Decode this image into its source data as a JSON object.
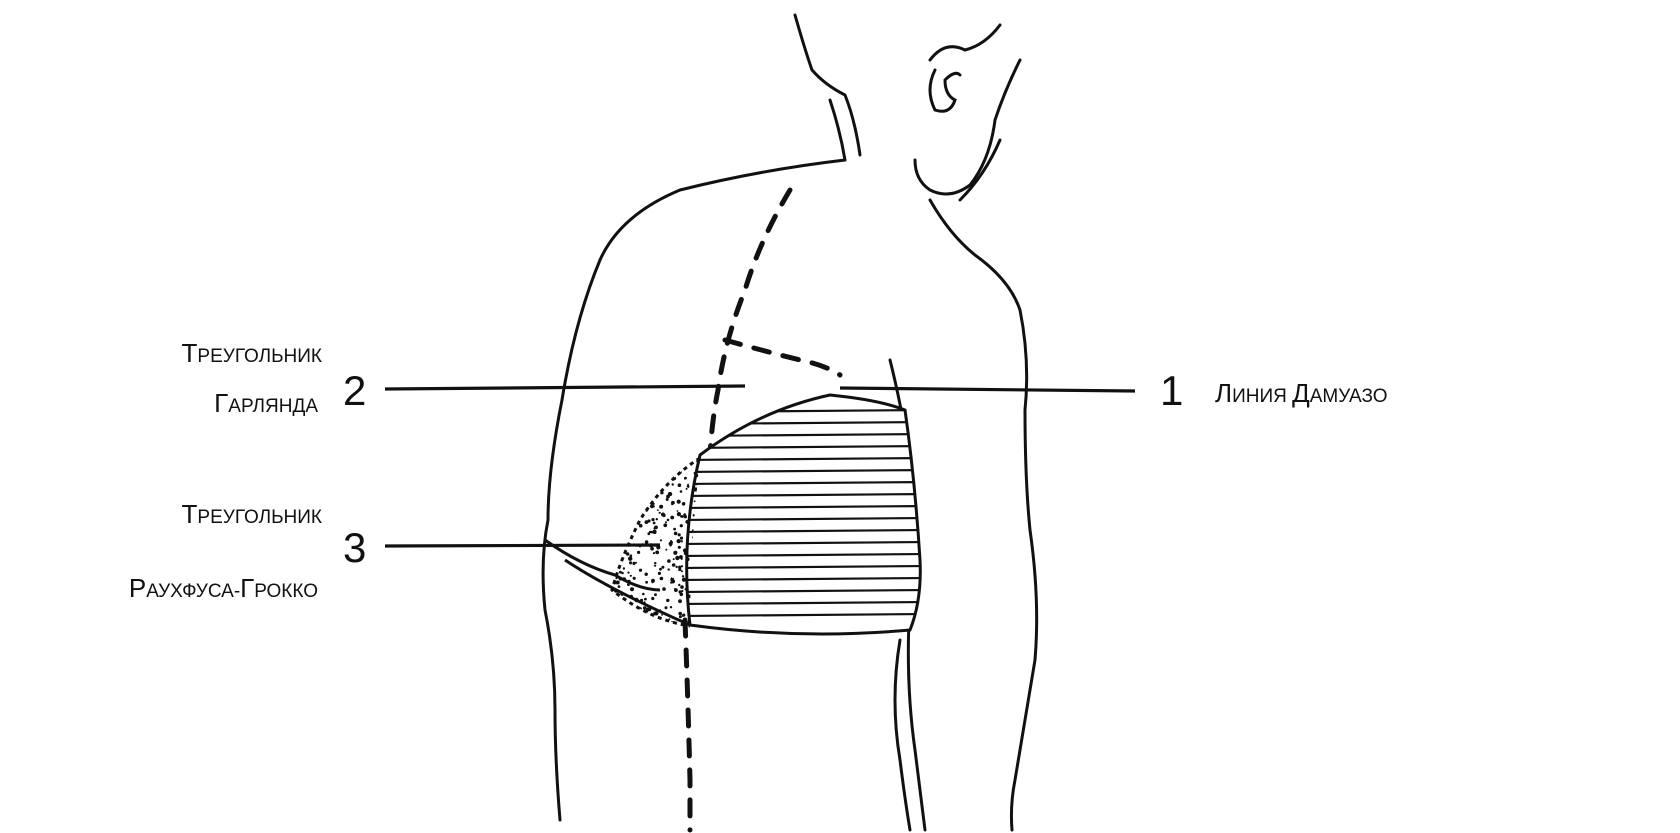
{
  "labels": {
    "line_1": {
      "number": "1",
      "text_first": "Л",
      "text_rest": "ИНИЯ ",
      "text_first2": "Д",
      "text_rest2": "АМУАЗО"
    },
    "triangle_2": {
      "number": "2",
      "line1_first": "Т",
      "line1_rest": "РЕУГОЛЬНИК",
      "line2_first": "Г",
      "line2_rest": "АРЛЯНДА"
    },
    "triangle_3": {
      "number": "3",
      "line1_first": "Т",
      "line1_rest": "РЕУГОЛЬНИК",
      "line2_first": "Р",
      "line2_rest": "АУХФУСА-",
      "line2_first2": "Г",
      "line2_rest2": "РОККО"
    }
  },
  "colors": {
    "ink": "#111111",
    "background": "#ffffff"
  }
}
